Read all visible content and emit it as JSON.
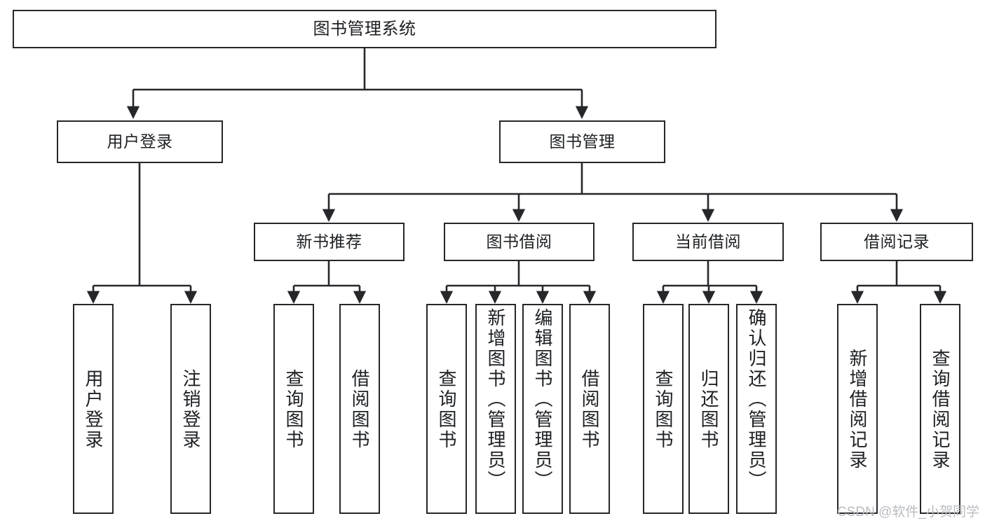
{
  "diagram": {
    "title": "图书管理系统",
    "type": "tree-hierarchy-diagram",
    "root": {
      "id": "root",
      "label": "图书管理系统"
    },
    "level2": [
      {
        "id": "user-login",
        "label": "用户登录"
      },
      {
        "id": "book-manage",
        "label": "图书管理"
      }
    ],
    "level3": [
      {
        "id": "new-book-recommend",
        "label": "新书推荐",
        "parent": "book-manage"
      },
      {
        "id": "book-borrow",
        "label": "图书借阅",
        "parent": "book-manage"
      },
      {
        "id": "current-borrow",
        "label": "当前借阅",
        "parent": "book-manage"
      },
      {
        "id": "borrow-record",
        "label": "借阅记录",
        "parent": "book-manage"
      }
    ],
    "leaves": [
      {
        "id": "leaf-user-login",
        "label": "用户登录",
        "parent": "user-login"
      },
      {
        "id": "leaf-logout-login",
        "label": "注销登录",
        "parent": "user-login"
      },
      {
        "id": "leaf-query-book-1",
        "label": "查询图书",
        "parent": "new-book-recommend"
      },
      {
        "id": "leaf-borrow-book-1",
        "label": "借阅图书",
        "parent": "new-book-recommend"
      },
      {
        "id": "leaf-query-book-2",
        "label": "查询图书",
        "parent": "book-borrow"
      },
      {
        "id": "leaf-add-book",
        "label": "新增图书（管理员）",
        "parent": "book-borrow"
      },
      {
        "id": "leaf-edit-book",
        "label": "编辑图书（管理员）",
        "parent": "book-borrow"
      },
      {
        "id": "leaf-borrow-book-2",
        "label": "借阅图书",
        "parent": "book-borrow"
      },
      {
        "id": "leaf-query-book-3",
        "label": "查询图书",
        "parent": "current-borrow"
      },
      {
        "id": "leaf-return-book",
        "label": "归还图书",
        "parent": "current-borrow"
      },
      {
        "id": "leaf-confirm-return",
        "label": "确认归还（管理员）",
        "parent": "current-borrow"
      },
      {
        "id": "leaf-add-record",
        "label": "新增借阅记录",
        "parent": "borrow-record"
      },
      {
        "id": "leaf-query-record",
        "label": "查询借阅记录",
        "parent": "borrow-record"
      }
    ]
  },
  "watermark": {
    "text": "CSDN @软件_小贺同学"
  },
  "colors": {
    "stroke": "#26272b",
    "text": "#1d2023",
    "background": "#ffffff",
    "watermark": "#b9bcc0"
  }
}
